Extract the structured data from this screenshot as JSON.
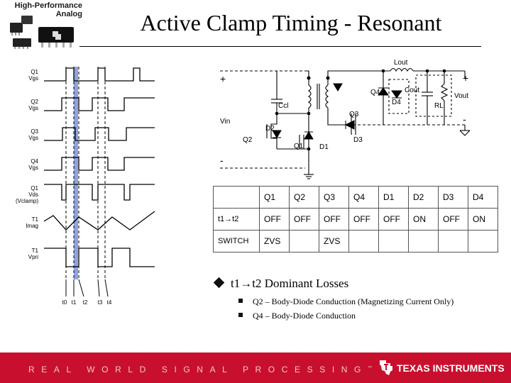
{
  "header": {
    "logo_line1": "High-Performance",
    "logo_line2": "Analog",
    "title": "Active Clamp Timing - Resonant"
  },
  "timing_diagram": {
    "signals": [
      [
        "Q1",
        "Vgs"
      ],
      [
        "Q2",
        "Vgs"
      ],
      [
        "Q3",
        "Vgs"
      ],
      [
        "Q4",
        "Vgs"
      ],
      [
        "Q1",
        "Vds",
        "(Vclamp)"
      ],
      [
        "T1",
        "Imag"
      ],
      [
        "T1",
        "Vpri"
      ]
    ],
    "time_markers": [
      "t0",
      "t1",
      "t2",
      "t3",
      "t4"
    ],
    "highlight_color": "#8fa3dc"
  },
  "circuit": {
    "labels": {
      "lout": "Lout",
      "cout": "Cout",
      "vout": "Vout",
      "rl": "RL",
      "ccl": "Ccl",
      "vin": "Vin",
      "q1": "Q1",
      "q2": "Q2",
      "q3": "Q3",
      "q4": "Q4",
      "d1": "D1",
      "d2": "D2",
      "d3": "D3",
      "d4": "D4",
      "plus_in": "+",
      "minus_in": "-",
      "plus_out": "+",
      "minus_out": "-"
    }
  },
  "state_table": {
    "headers": [
      "",
      "Q1",
      "Q2",
      "Q3",
      "Q4",
      "D1",
      "D2",
      "D3",
      "D4"
    ],
    "rows": [
      [
        "t1→t2",
        "OFF",
        "OFF",
        "OFF",
        "OFF",
        "OFF",
        "ON",
        "OFF",
        "ON"
      ],
      [
        "SWITCH",
        "ZVS",
        "",
        "ZVS",
        "",
        "",
        "",
        "",
        ""
      ]
    ]
  },
  "bullets": {
    "main": "t1→t2 Dominant Losses",
    "sub": [
      "Q2 – Body-Diode Conduction (Magnetizing Current Only)",
      "Q4 – Body-Diode  Conduction"
    ]
  },
  "footer": {
    "tagline": "REAL WORLD SIGNAL PROCESSING",
    "tm": "™",
    "company": "TEXAS INSTRUMENTS",
    "color": "#c8102e"
  }
}
